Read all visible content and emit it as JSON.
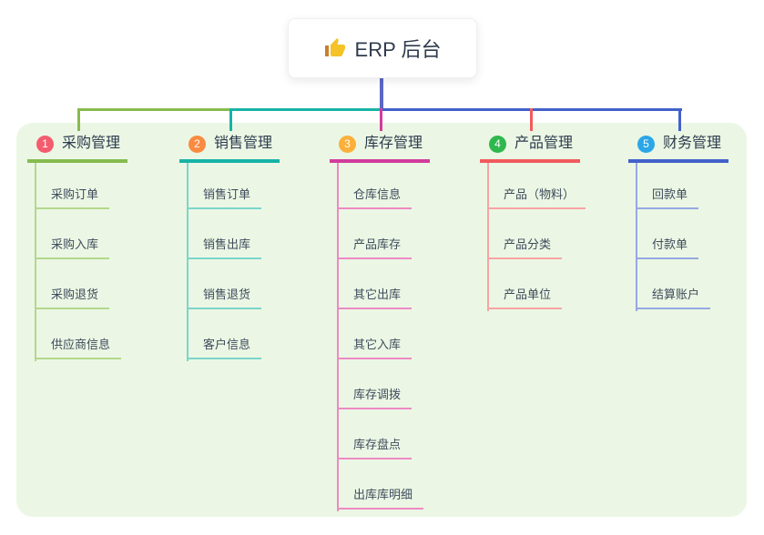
{
  "root": {
    "label": "ERP 后台",
    "icon": "thumbs-up-icon"
  },
  "canvas": {
    "page_bg": "#ffffff",
    "panel_bg": "#ebf7e4",
    "root_stem_color": "#5b68c6",
    "title_text_color": "#2f3b4c",
    "branch_label_color": "#2d3b4e",
    "child_label_color": "#3e4b5c",
    "thumb_hand_color": "#f5c228",
    "thumb_cuff_color": "#c77f2e"
  },
  "branches": [
    {
      "index": "1",
      "label": "采购管理",
      "badge_color": "#f45c6e",
      "line_color": "#86bb4f",
      "child_line_color": "#b3d88c",
      "children": [
        "采购订单",
        "采购入库",
        "采购退货",
        "供应商信息"
      ]
    },
    {
      "index": "2",
      "label": "销售管理",
      "badge_color": "#fa8b41",
      "line_color": "#17b3a6",
      "child_line_color": "#7cd5ca",
      "children": [
        "销售订单",
        "销售出库",
        "销售退货",
        "客户信息"
      ]
    },
    {
      "index": "3",
      "label": "库存管理",
      "badge_color": "#fbb03b",
      "line_color": "#d23c9c",
      "child_line_color": "#ee8ac4",
      "children": [
        "仓库信息",
        "产品库存",
        "其它出库",
        "其它入库",
        "库存调拨",
        "库存盘点",
        "出库库明细"
      ]
    },
    {
      "index": "4",
      "label": "产品管理",
      "badge_color": "#2eb84e",
      "line_color": "#f15b5d",
      "child_line_color": "#f8a4a5",
      "children": [
        "产品（物料）",
        "产品分类",
        "产品单位"
      ]
    },
    {
      "index": "5",
      "label": "财务管理",
      "badge_color": "#2ba7e8",
      "line_color": "#4361c9",
      "child_line_color": "#97a8e2",
      "children": [
        "回款单",
        "付款单",
        "结算账户"
      ]
    }
  ]
}
